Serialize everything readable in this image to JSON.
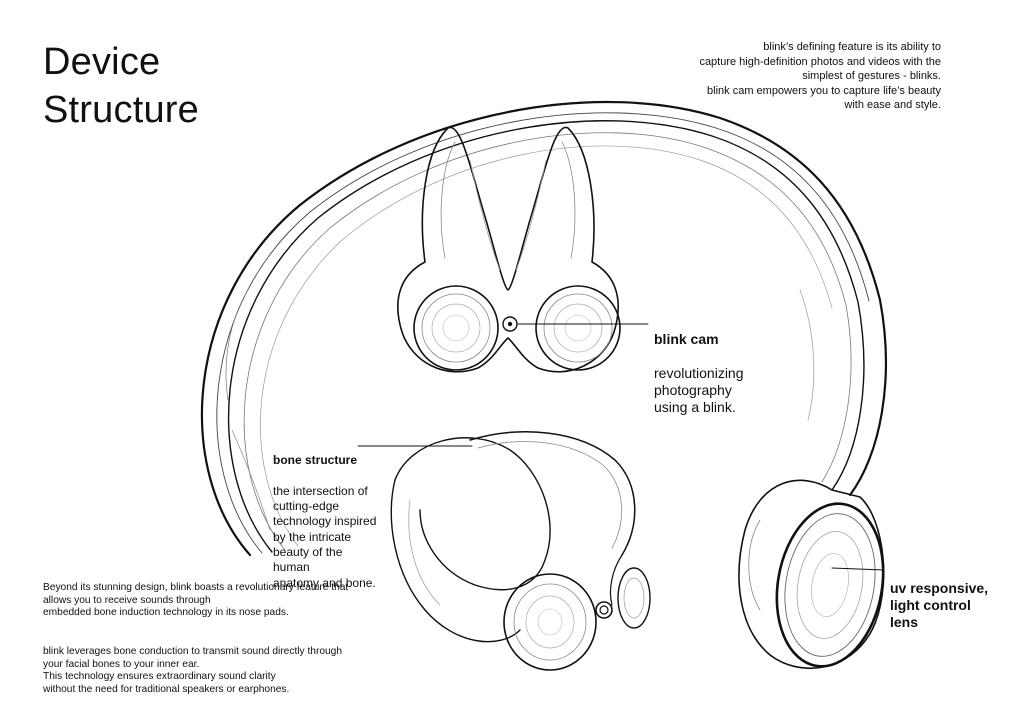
{
  "title": "Device\nStructure",
  "intro": "blink’s defining feature is its ability to\ncapture high-definition photos and videos with the\nsimplest of gestures - blinks.\nblink cam empowers you to capture life’s beauty\nwith ease and style.",
  "callouts": {
    "blink_cam": {
      "heading": "blink cam",
      "body": "revolutionizing\nphotography\nusing a blink."
    },
    "bone_structure": {
      "heading": "bone structure",
      "body": "the intersection of\ncutting-edge\ntechnology inspired\nby the intricate\nbeauty of the\nhuman\nanatomy and bone."
    },
    "lens": {
      "heading": "uv responsive,\nlight control\nlens"
    }
  },
  "description": {
    "paragraph1": "Beyond its stunning design, blink boasts a revolutionary feature that\nallows you to receive sounds through\nembedded bone induction technology in its nose pads.",
    "paragraph2": "blink leverages bone conduction to transmit sound directly through\nyour facial bones to your inner ear.\nThis technology ensures extraordinary sound clarity\nwithout the need for traditional speakers or earphones."
  },
  "colors": {
    "ink": "#111111",
    "background": "#ffffff",
    "contour": "#9a9a9a"
  }
}
